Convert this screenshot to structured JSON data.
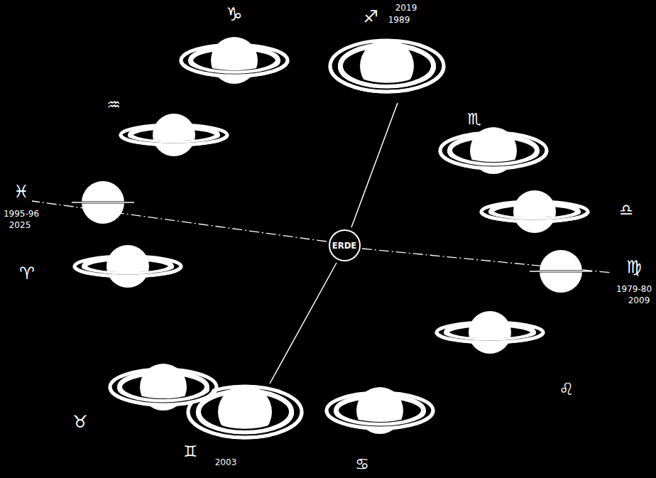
{
  "diagram": {
    "nodes": [
      {
        "text": [
          "ERDE"
        ]
      }
    ],
    "labels": [
      "♑",
      "♐",
      "2019",
      "1989",
      "♏",
      "♎",
      "♍",
      "1979-80",
      "2009",
      "♌",
      "♋",
      "♊",
      "2003",
      "♉",
      "♈",
      "♓",
      "1995-96",
      "2025",
      "♒"
    ]
  }
}
